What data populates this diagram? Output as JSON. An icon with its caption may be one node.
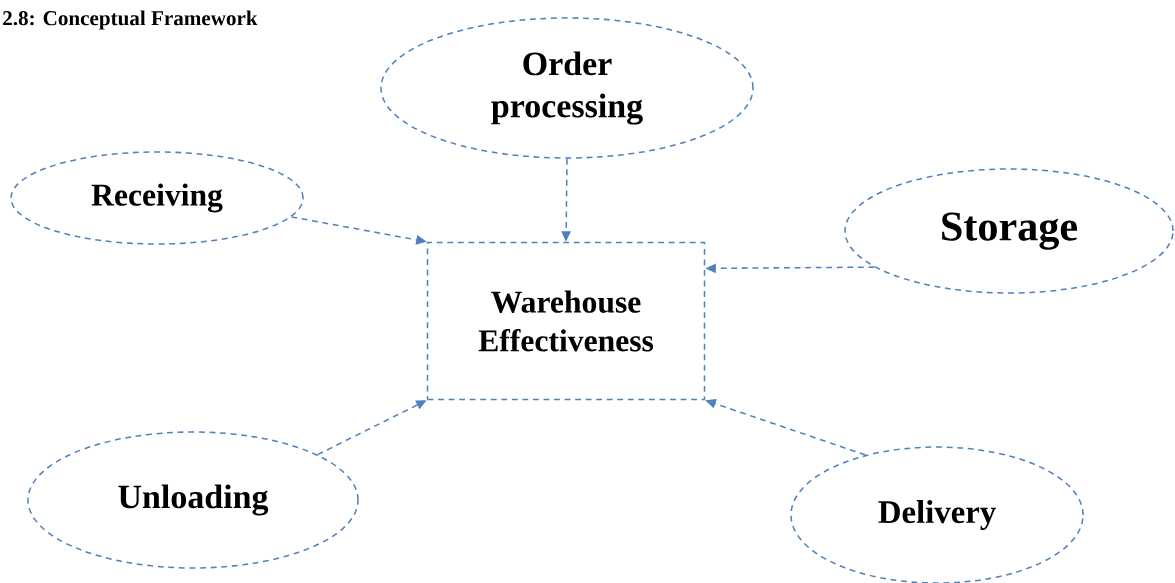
{
  "diagram": {
    "title": "2.8: Conceptual Framework",
    "nodes": [
      {
        "text": [
          "Order processing"
        ]
      },
      {
        "text": [
          "Receiving"
        ]
      },
      {
        "text": [
          "Storage"
        ]
      },
      {
        "text": [
          "Warehouse Effectiveness"
        ]
      },
      {
        "text": [
          "Unloading"
        ]
      },
      {
        "text": [
          "Delivery"
        ]
      }
    ],
    "edges": [
      {
        "from": 0,
        "to": 3,
        "arrow": "to",
        "style": "dashed"
      },
      {
        "from": 1,
        "to": 3,
        "arrow": "to",
        "style": "dashed"
      },
      {
        "from": 2,
        "to": 3,
        "arrow": "to",
        "style": "dashed"
      },
      {
        "from": 4,
        "to": 3,
        "arrow": "to",
        "style": "dashed"
      },
      {
        "from": 5,
        "to": 3,
        "arrow": "to",
        "style": "dashed"
      }
    ]
  }
}
